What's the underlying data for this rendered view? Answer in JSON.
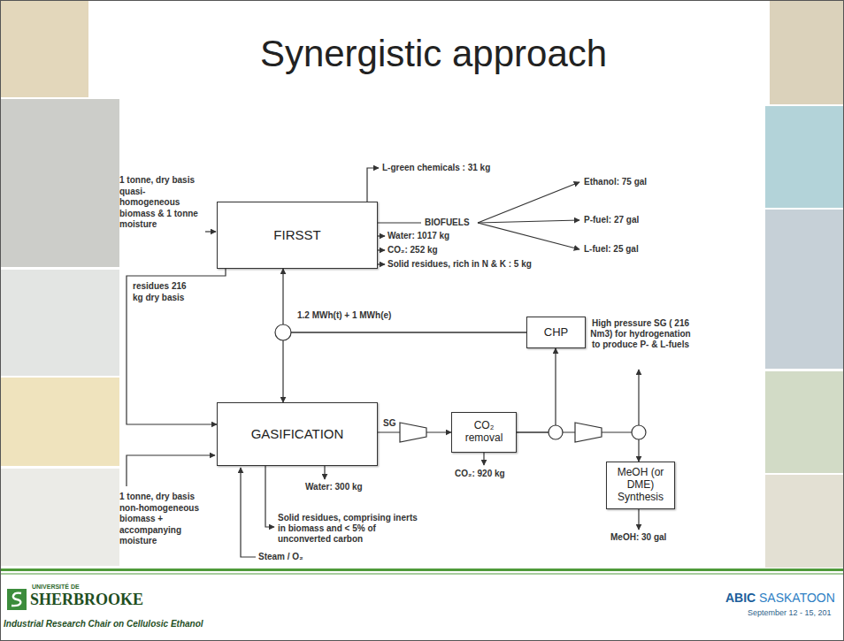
{
  "diagram": {
    "title": "Synergistic approach",
    "nodes": [
      {
        "text": [
          "FIRSST"
        ]
      },
      {
        "text": [
          "CHP"
        ]
      },
      {
        "text": [
          "GASIFICATION"
        ]
      },
      {
        "text": [
          "CO₂ removal"
        ]
      },
      {
        "text": [
          "MeOH (or DME) Synthesis"
        ]
      }
    ],
    "edges": [
      {
        "from": 0,
        "to": 2,
        "arrow": "to",
        "label": "residues 216 kg dry basis"
      },
      {
        "from": 1,
        "to": 0,
        "arrow": "to"
      },
      {
        "from": 1,
        "to": 2,
        "arrow": "to"
      },
      {
        "from": 2,
        "to": 3,
        "arrow": "to",
        "label": "SG"
      },
      {
        "from": 3,
        "to": 1,
        "arrow": "to"
      },
      {
        "from": 3,
        "to": 4,
        "arrow": "to"
      }
    ],
    "labels": [
      "L-green chemicals : 31 kg",
      "1 tonne, dry basis quasi-homogeneous biomass & 1 tonne moisture",
      "BIOFUELS",
      "Ethanol: 75 gal",
      "P-fuel: 27 gal",
      "L-fuel: 25 gal",
      "Water: 1017 kg",
      "CO₂: 252 kg",
      "Solid residues, rich in N & K : 5 kg",
      "1.2 MWh(t) + 1 MWh(e)",
      "High pressure SG ( 216 Nm3) for hydrogenation to produce P- & L-fuels",
      "CO₂: 920 kg",
      "Water: 300 kg",
      "Solid residues, comprising inerts in biomass and < 5% of unconverted carbon",
      "1 tonne, dry basis non-homogeneous biomass + accompanying moisture",
      "Steam / O₂",
      "MeOH: 30 gal",
      "UNIVERSITÉ DE",
      "SHERBROOKE",
      "Industrial Research Chair on Cellulosic Ethanol",
      "ABIC",
      "SASKATOON",
      "September 12 - 15, 201"
    ]
  }
}
